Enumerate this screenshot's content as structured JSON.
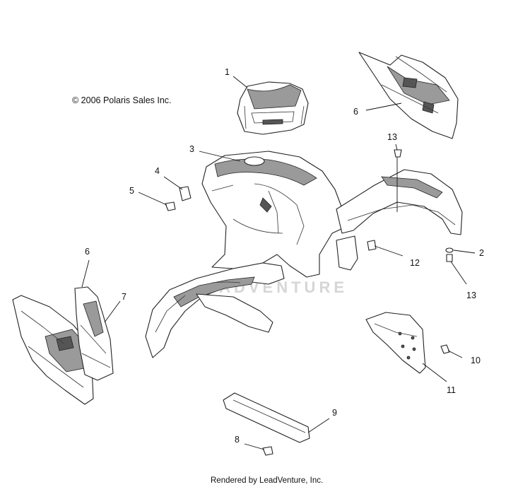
{
  "copyright": "© 2006 Polaris Sales Inc.",
  "footer": "Rendered by LeadVenture, Inc.",
  "watermark": "LEADVENTURE",
  "callouts": [
    "1",
    "2",
    "3",
    "4",
    "5",
    "6",
    "6",
    "7",
    "8",
    "9",
    "10",
    "11",
    "12",
    "13",
    "13"
  ]
}
